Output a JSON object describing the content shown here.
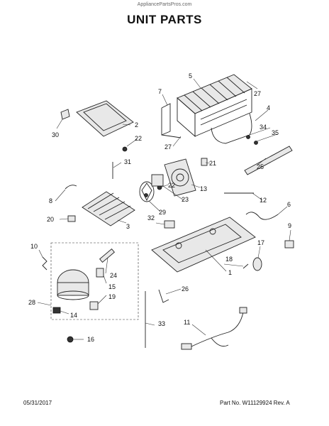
{
  "header": {
    "source": "AppliancePartsPros.com",
    "title": "UNIT PARTS"
  },
  "footer": {
    "date": "05/31/2017",
    "part_rev": "Part No.  W11129924  Rev. A"
  },
  "callouts": {
    "c1": "1",
    "c2": "2",
    "c3": "3",
    "c4": "4",
    "c5": "5",
    "c6": "6",
    "c7": "7",
    "c8": "8",
    "c9": "9",
    "c10": "10",
    "c11": "11",
    "c12": "12",
    "c13": "13",
    "c14": "14",
    "c15": "15",
    "c16": "16",
    "c17": "17",
    "c18": "18",
    "c19": "19",
    "c20": "20",
    "c21": "21",
    "c22a": "22",
    "c22b": "22",
    "c23": "23",
    "c24": "24",
    "c25": "25",
    "c26": "26",
    "c27a": "27",
    "c27b": "27",
    "c28": "28",
    "c29": "29",
    "c30": "30",
    "c31": "31",
    "c32": "32",
    "c33": "33",
    "c34": "34",
    "c35": "35"
  }
}
